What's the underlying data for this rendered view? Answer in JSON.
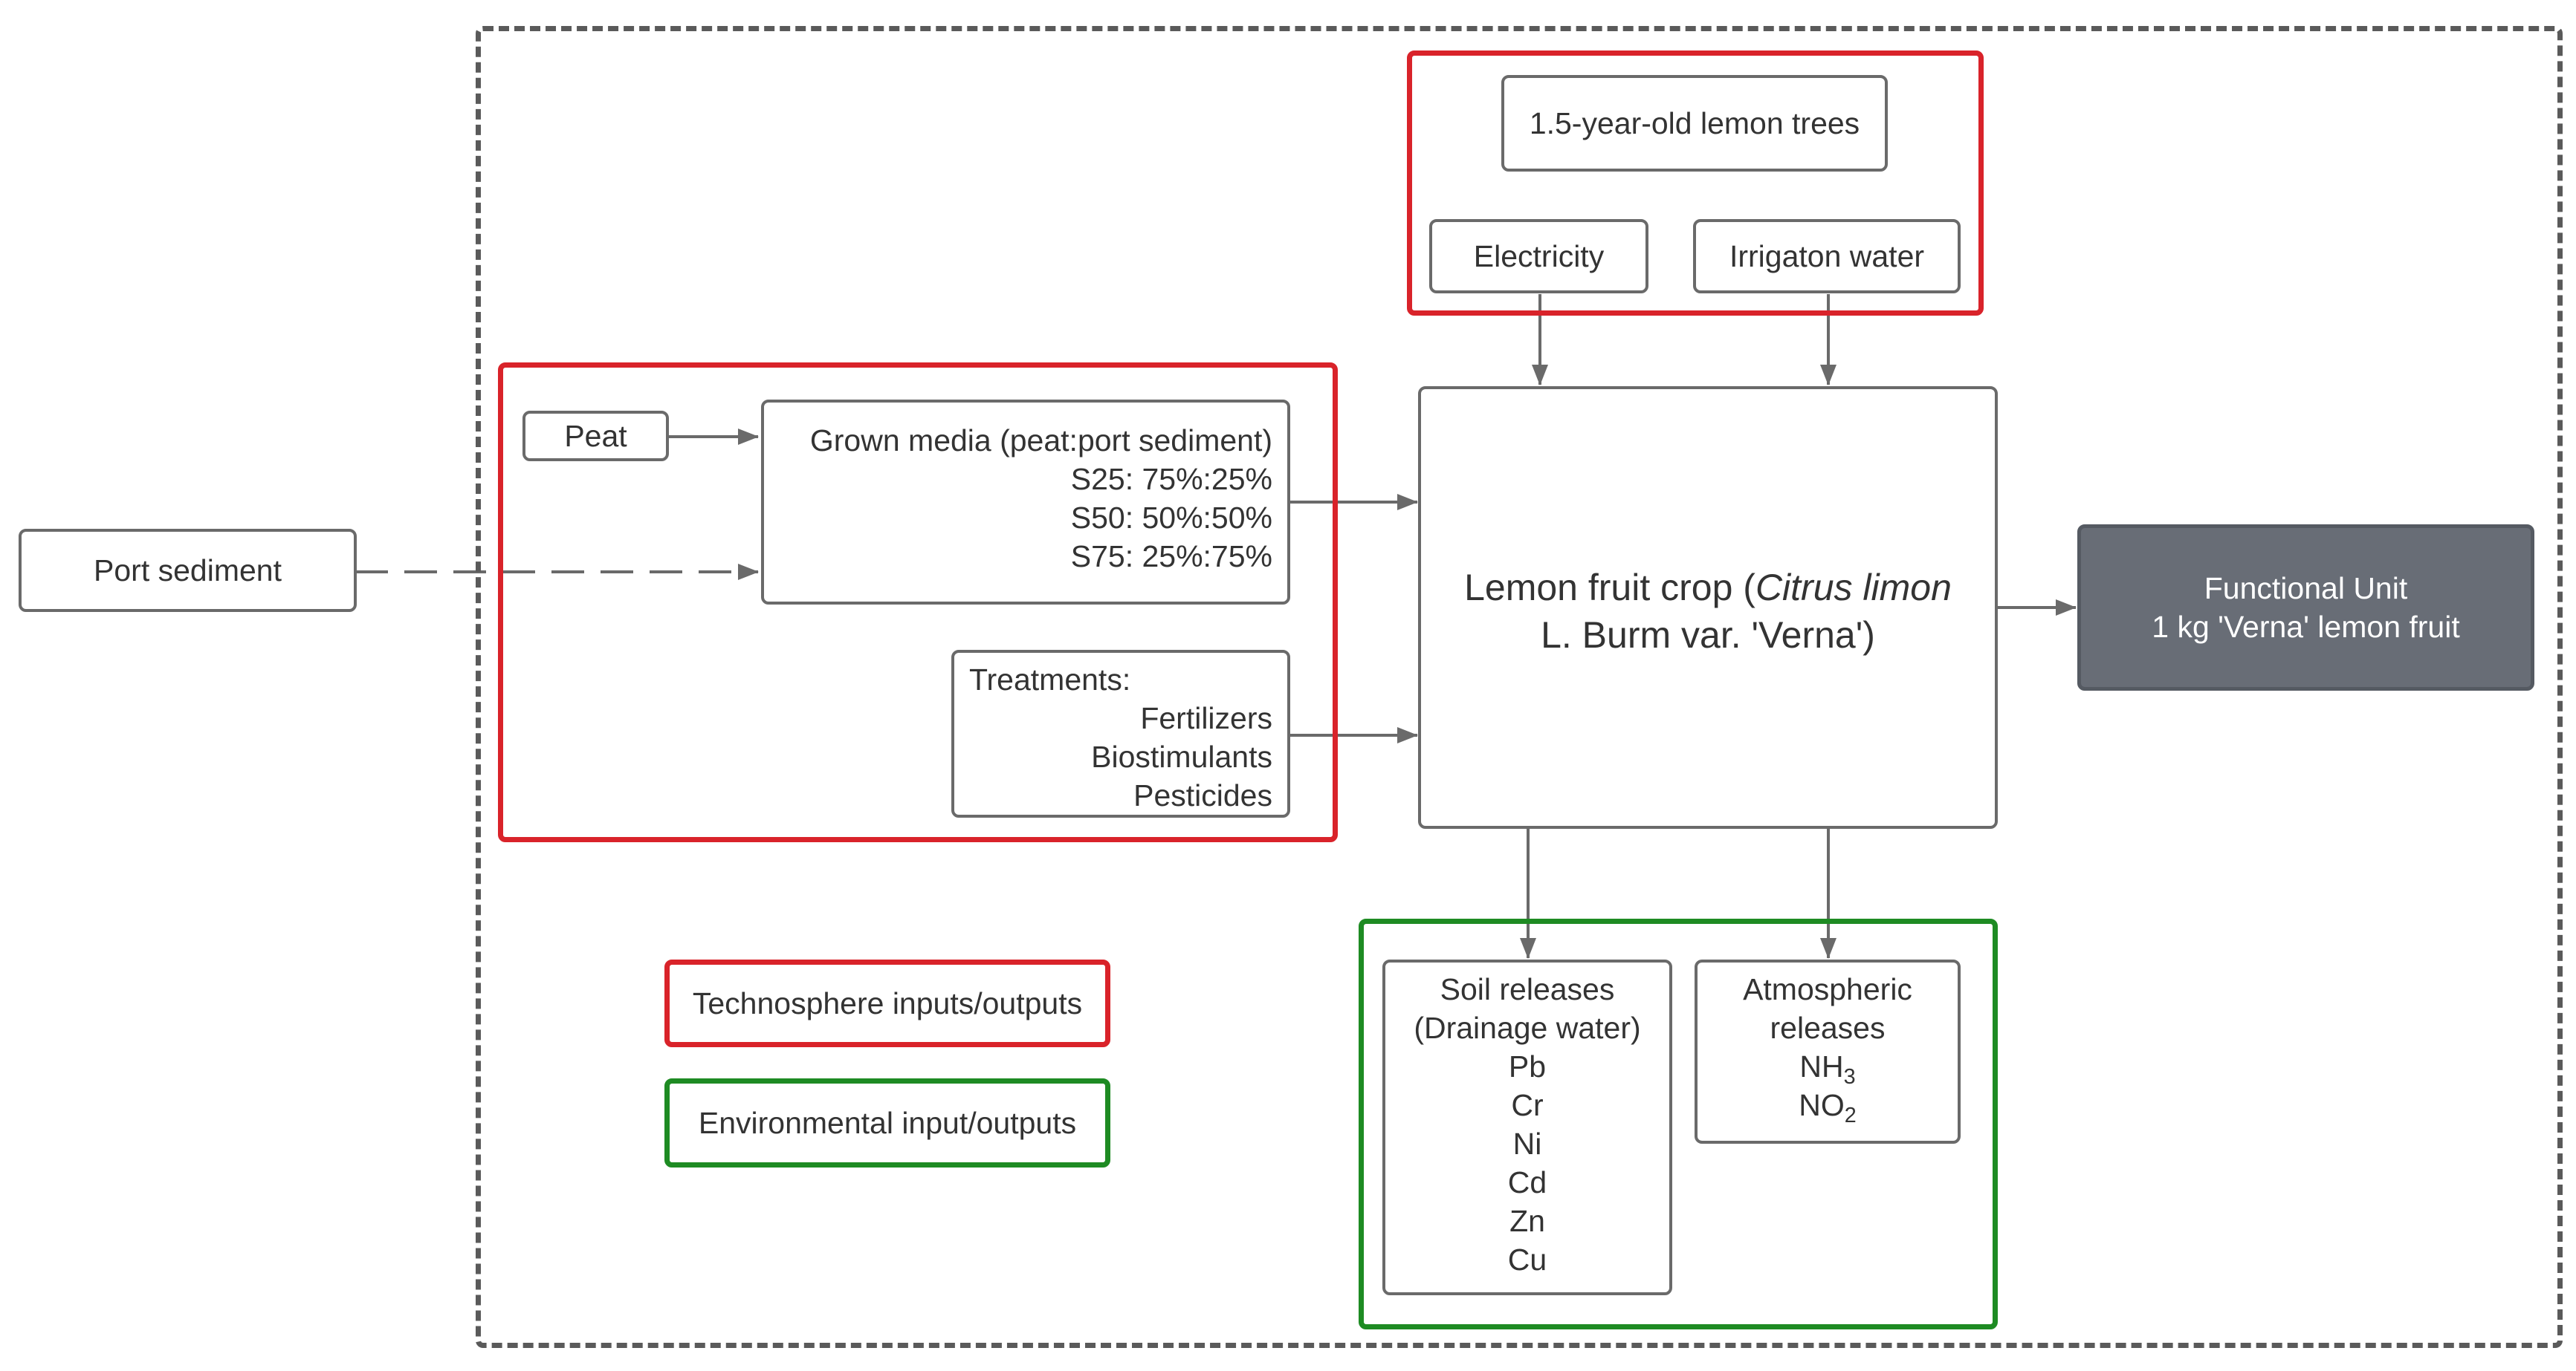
{
  "inputs": {
    "port_sediment": "Port sediment",
    "peat": "Peat",
    "trees": "1.5-year-old lemon trees",
    "electricity": "Electricity",
    "irrigation": "Irrigaton water"
  },
  "grown_media": {
    "title": "Grown media (peat:port sediment)",
    "lines": [
      "S25: 75%:25%",
      "S50: 50%:50%",
      "S75: 25%:75%"
    ]
  },
  "treatments": {
    "title": "Treatments:",
    "items": [
      "Fertilizers",
      "Biostimulants",
      "Pesticides"
    ]
  },
  "crop": {
    "line1_prefix": "Lemon fruit crop (",
    "line1_italic": "Citrus limon",
    "line2": "L. Burm var. 'Verna')"
  },
  "functional_unit": {
    "title": "Functional Unit",
    "subtitle": "1 kg 'Verna' lemon fruit"
  },
  "soil": {
    "title_lines": [
      "Soil releases",
      "(Drainage water)"
    ],
    "items": [
      "Pb",
      "Cr",
      "Ni",
      "Cd",
      "Zn",
      "Cu"
    ]
  },
  "atmospheric": {
    "title_lines": [
      "Atmospheric",
      "releases"
    ],
    "items": [
      {
        "base": "NH",
        "sub": "3"
      },
      {
        "base": "NO",
        "sub": "2"
      }
    ]
  },
  "legend": {
    "technosphere": "Technosphere inputs/outputs",
    "environmental": "Environmental input/outputs"
  },
  "colors": {
    "technosphere": "#d9232a",
    "environmental": "#1e8b23",
    "functional_unit_fill": "#686d76",
    "boundary": "#5a5a5a"
  }
}
